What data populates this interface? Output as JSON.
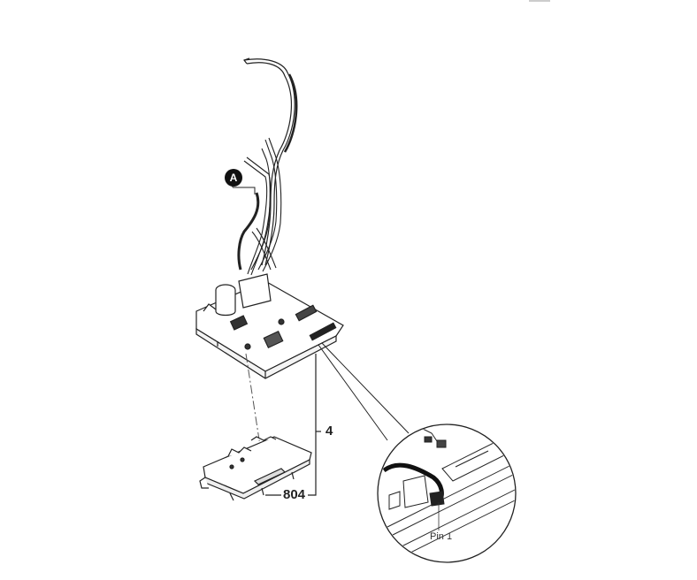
{
  "diagram": {
    "type": "exploded-parts-diagram",
    "callouts": {
      "reference_marker": "A",
      "assembly_number": "4",
      "part_number": "804",
      "detail_label": "Pin 1"
    },
    "components": [
      {
        "name": "wire harness",
        "description": "ribbon cable and multi-wire bundle"
      },
      {
        "name": "circuit board assembly",
        "description": "PCB with capacitor and connectors"
      },
      {
        "name": "mounting plate",
        "part": "804"
      },
      {
        "name": "connector detail magnified view",
        "label": "Pin 1"
      }
    ]
  }
}
